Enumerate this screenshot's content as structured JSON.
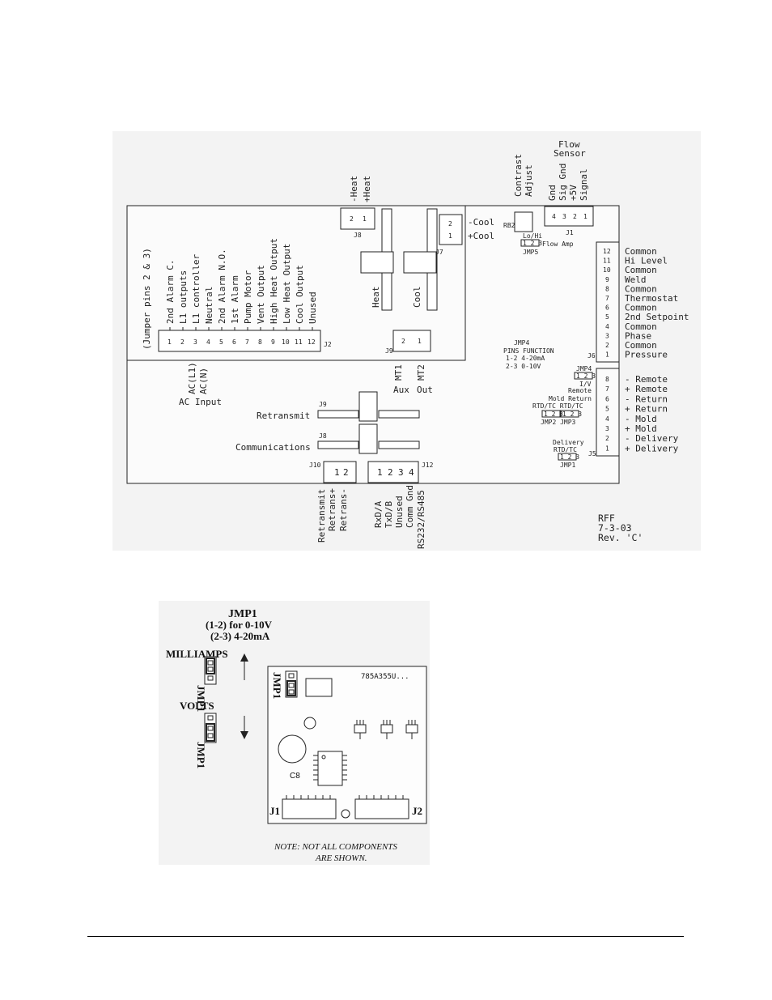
{
  "top_diagram": {
    "j2": {
      "ref": "J2",
      "note": "(Jumper pins 2 & 3)",
      "pins": [
        "1",
        "2",
        "3",
        "4",
        "5",
        "6",
        "7",
        "8",
        "9",
        "10",
        "11",
        "12"
      ],
      "labels": [
        "2nd Alarm C.",
        "L1 outputs",
        "L1 controller",
        "Neutral",
        "2nd Alarm N.O.",
        "1st Alarm",
        "Pump Motor",
        "Vent Output",
        "High Heat Output",
        "Low Heat Output",
        "Cool Output",
        "Unused"
      ]
    },
    "j8": {
      "ref": "J8",
      "pins": [
        "2",
        "1"
      ],
      "labels": [
        "-Heat",
        "+Heat"
      ]
    },
    "j7": {
      "ref": "J7",
      "pins": [
        "2",
        "1"
      ],
      "labels": [
        "-Cool",
        "+Cool"
      ]
    },
    "j9": {
      "ref": "J9",
      "pins": [
        "2",
        "1"
      ]
    },
    "relays": {
      "heat": "Heat",
      "cool": "Cool"
    },
    "contrast": {
      "label1": "Contrast",
      "label2": "Adjust",
      "ref": "RB2"
    },
    "flow": {
      "title1": "Flow",
      "title2": "Sensor",
      "pins": [
        "4",
        "3",
        "2",
        "1"
      ],
      "labels": [
        "Gnd",
        "Sig Gnd",
        "+5V",
        "Signal"
      ],
      "ref": "J1"
    },
    "jmp5": {
      "label": "Lo/Hi",
      "pins": "1 2 3",
      "desc": "Flow Amp",
      "ref": "JMP5"
    },
    "j6": {
      "ref": "J6",
      "pins": [
        "12",
        "11",
        "10",
        "9",
        "8",
        "7",
        "6",
        "5",
        "4",
        "3",
        "2",
        "1"
      ],
      "labels": [
        "Common",
        "Hi Level",
        "Common",
        "Weld",
        "Common",
        "Thermostat",
        "Common",
        "2nd Setpoint",
        "Common",
        "Phase",
        "Common",
        "Pressure"
      ]
    },
    "jmp4_info": {
      "title": "JMP4",
      "header": "PINS FUNCTION",
      "row1": "1-2   4-20mA",
      "row2": "2-3   0-10V"
    },
    "jmp4": {
      "ref": "JMP4",
      "pins": "1 2 3",
      "desc": "I/V",
      "desc2": "Remote"
    },
    "jmp23": {
      "title1": "Mold Return",
      "title2": "RTD/TC RTD/TC",
      "pins": "1 2 3",
      "refs": "JMP2 JMP3"
    },
    "jmp1": {
      "title1": "Delivery",
      "title2": "RTD/TC",
      "pins": "1 2 3",
      "ref": "JMP1"
    },
    "j5": {
      "ref": "J5",
      "pins": [
        "8",
        "7",
        "6",
        "5",
        "4",
        "3",
        "2",
        "1"
      ],
      "labels": [
        "-  Remote",
        "+  Remote",
        "-  Return",
        "+  Return",
        "-  Mold",
        "+  Mold",
        "-  Delivery",
        "+  Delivery"
      ]
    },
    "ac": {
      "l1": "AC(L1)",
      "n": "AC(N)",
      "title": "AC  Input"
    },
    "mt": {
      "mt1": "MT1",
      "mt2": "MT2",
      "aux": "Aux",
      "out": "Out"
    },
    "retransmit": {
      "label": "Retransmit",
      "ref": "J9"
    },
    "communications": {
      "label": "Communications",
      "ref": "J8"
    },
    "j10": {
      "ref": "J10",
      "pins": [
        "1",
        "2"
      ],
      "labels": [
        "Retransmit",
        "Retrans+",
        "Retrans-"
      ]
    },
    "j12": {
      "ref": "J12",
      "pins": [
        "1",
        "2",
        "3",
        "4"
      ],
      "labels": [
        "RxD/A",
        "TxD/B",
        "Unused",
        "Comm Gnd",
        "RS232/RS485"
      ]
    },
    "revision": {
      "line1": "RFF",
      "line2": "7-3-03",
      "line3": "Rev. 'C'"
    }
  },
  "bottom_diagram": {
    "title1": "JMP1",
    "title2": "(1-2) for 0-10V",
    "title3": "(2-3) 4-20mA",
    "milliamps": "MILLIAMPS",
    "volts": "VOLTS",
    "jmp_label": "JMP1",
    "part": "785A355U...",
    "c8": "C8",
    "j1": "J1",
    "j2": "J2",
    "note1": "NOTE: NOT ALL COMPONENTS",
    "note2": "ARE SHOWN."
  }
}
